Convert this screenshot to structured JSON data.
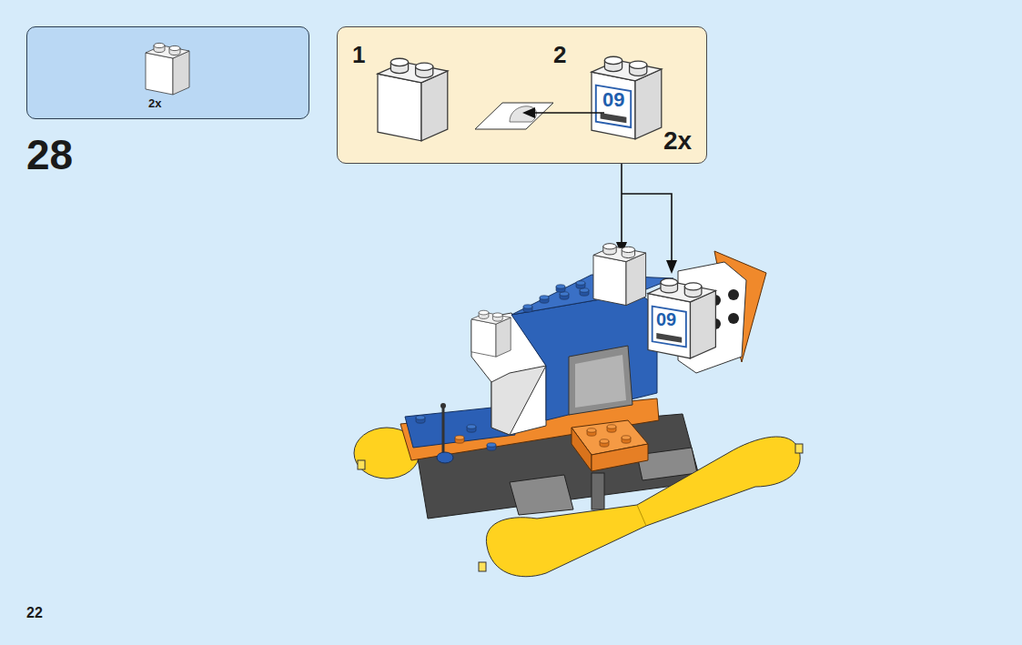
{
  "diagram": {
    "nodes": [
      {
        "text": [
          "2x"
        ]
      },
      {
        "text": [
          "1",
          "2",
          "2x"
        ]
      }
    ],
    "labels": [
      "28",
      "09",
      "09",
      "22"
    ]
  }
}
